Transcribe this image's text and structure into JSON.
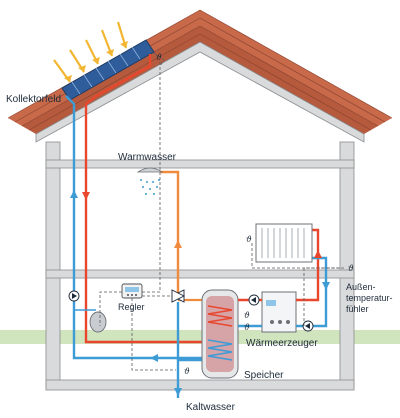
{
  "labels": {
    "kollektorfeld": "Kollektorfeld",
    "warmwasser": "Warmwasser",
    "regler": "Regler",
    "waermeerzeuger": "Wärmeerzeuger",
    "speicher": "Speicher",
    "kaltwasser": "Kaltwasser",
    "aussen_line1": "Außen-",
    "aussen_line2": "temperatur-",
    "aussen_line3": "fühler"
  },
  "sensor_symbol": "ϑ",
  "colors": {
    "hot": "#e8472e",
    "warm": "#f08a3c",
    "cold": "#3d9bd6",
    "house_wall": "#d9dadb",
    "house_outline": "#8a8c8e",
    "roof_tile": "#c86a4a",
    "ground": "#a9cd88",
    "collector": "#2f5d9b",
    "sun_ray": "#f2b632",
    "control_line": "#5a5a5a"
  }
}
